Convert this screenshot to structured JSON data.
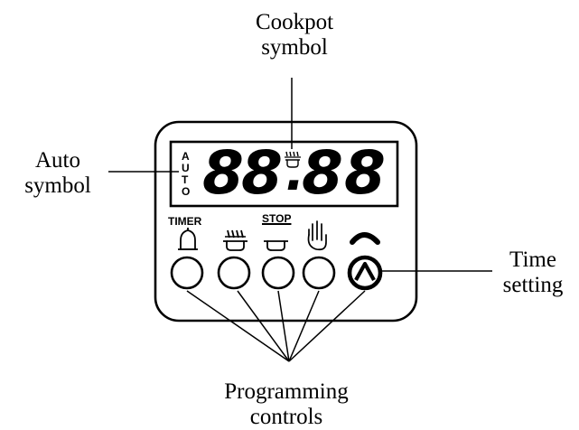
{
  "labels": {
    "cookpot_symbol": [
      "Cookpot",
      "symbol"
    ],
    "auto_symbol": [
      "Auto",
      "symbol"
    ],
    "time_setting": [
      "Time",
      "setting"
    ],
    "programming_controls": [
      "Programming",
      "controls"
    ]
  },
  "display": {
    "auto_letters": [
      "A",
      "U",
      "T",
      "O"
    ],
    "digits": [
      "8",
      "8",
      "8",
      "8"
    ],
    "separator": "."
  },
  "button_labels": {
    "timer": "TIMER",
    "stop": "STOP"
  },
  "buttons": [
    {
      "icon": "bell-icon"
    },
    {
      "icon": "cookpot-icon"
    },
    {
      "icon": "cookpot-stop-icon"
    },
    {
      "icon": "hand-icon"
    },
    {
      "icon": "time-setting-icon"
    }
  ]
}
